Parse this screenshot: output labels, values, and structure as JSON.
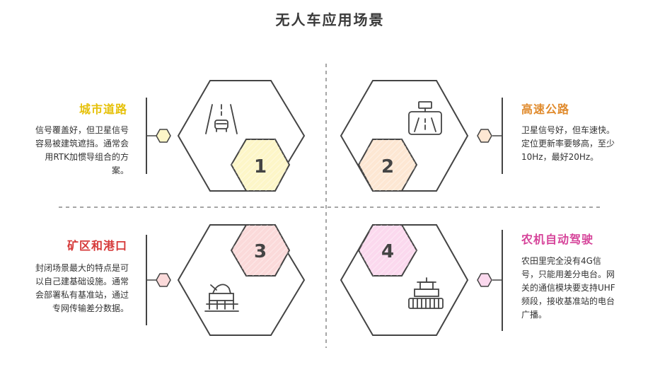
{
  "title": "无人车应用场景",
  "scenarios": [
    {
      "number": "1",
      "title": "城市道路",
      "color": "#e6c10a",
      "fill": "#fdf6c8",
      "desc": "信号覆盖好，但卫星信号容易被建筑遮挡。通常会用RTK加惯导组合的方案。",
      "icon": "road-car-icon"
    },
    {
      "number": "2",
      "title": "高速公路",
      "color": "#e08a2c",
      "fill": "#fde7d3",
      "desc": "卫星信号好，但车速快。定位更新率要够高，至少10Hz，最好20Hz。",
      "icon": "highway-sign-icon"
    },
    {
      "number": "3",
      "title": "矿区和港口",
      "color": "#d63a3a",
      "fill": "#fbdada",
      "desc": "封闭场景最大的特点是可以自己建基础设施。通常会部署私有基准站，通过专网传输差分数据。",
      "icon": "mining-machine-icon"
    },
    {
      "number": "4",
      "title": "农机自动驾驶",
      "color": "#d6449a",
      "fill": "#fbd9ee",
      "desc": "农田里完全没有4G信号，只能用差分电台。网关的通信模块要支持UHF频段，接收基准站的电台广播。",
      "icon": "harvester-icon"
    }
  ]
}
